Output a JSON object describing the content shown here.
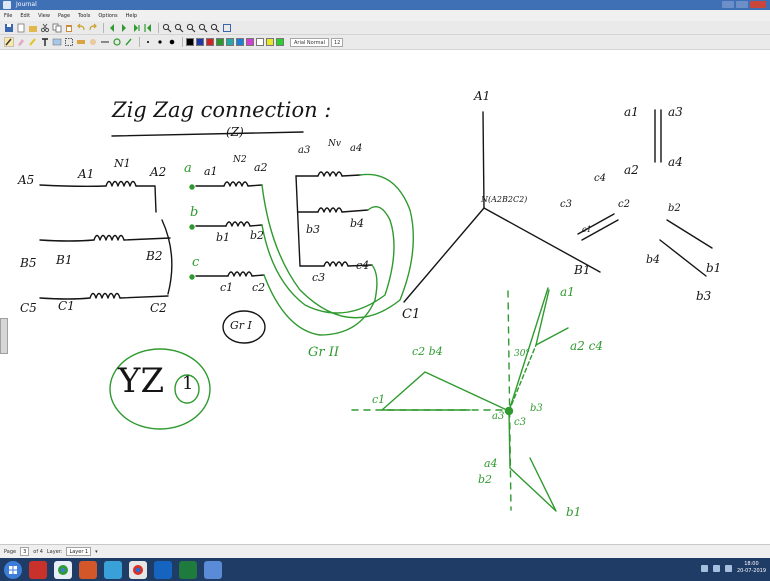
{
  "window": {
    "title": "Journal",
    "menu": [
      "File",
      "Edit",
      "View",
      "Page",
      "Tools",
      "Options",
      "Help"
    ]
  },
  "toolbar": {
    "font_name": "Arial Normal",
    "font_size": "12",
    "pen_colors": [
      "#000000",
      "#1f3aa8",
      "#d02424",
      "#2a9a2a",
      "#25a8a8",
      "#1c7ed6",
      "#d43cd4",
      "#ffffff",
      "#e8e82a",
      "#2ccf2c"
    ]
  },
  "drawing": {
    "title": "Zig Zag connection :",
    "title_sub": "(Z)",
    "ink_green": "#2f9a2f",
    "labels_black": {
      "a5": "A5",
      "a1": "A1",
      "n1": "N1",
      "a2": "A2",
      "b5": "B5",
      "b1": "B1",
      "b2": "B2",
      "c5": "C5",
      "c1": "C1",
      "c2": "C2",
      "a1_small": "a1",
      "n2": "N2",
      "a2_small": "a2",
      "b1_small": "b1",
      "b2_small": "b2",
      "c1_small": "c1",
      "c2_small": "c2",
      "a3": "a3",
      "nv": "Nv",
      "a4": "a4",
      "b3": "b3",
      "b4": "b4",
      "c3": "c3",
      "c4": "c4",
      "grI": "Gr I",
      "star_top": "A1",
      "star_neutral": "N(A2B2C2)",
      "star_right": "B1",
      "star_bottom": "C1",
      "r_a1": "a1",
      "r_a3": "a3",
      "r_a2": "a2",
      "r_a4": "a4",
      "r_c3": "c3",
      "r_c4": "c4",
      "r_c2": "c2",
      "r_c1": "c1",
      "r_b2": "b2",
      "r_b4": "b4",
      "r_b1": "b1",
      "r_b3": "b3"
    },
    "labels_green": {
      "a": "a",
      "b": "b",
      "c": "c",
      "grII": "Gr II",
      "phasor_a1": "a1",
      "phasor_a2c4": "a2 c4",
      "phasor_c2b4": "c2 b4",
      "phasor_c1": "c1",
      "phasor_a3": "a3",
      "phasor_b3": "b3",
      "phasor_c3": "c3",
      "phasor_a4": "a4",
      "phasor_b2": "b2",
      "phasor_b1": "b1",
      "phasor_angle": "30°"
    },
    "yz_label": "YZ",
    "yz_numeral": "1"
  },
  "statusbar": {
    "page_label": "Page",
    "page_value": "3",
    "page_of": "of 4",
    "layer_label": "Layer:",
    "layer_value": "Layer 1"
  },
  "taskbar": {
    "time": "18:00",
    "date": "20-07-2019"
  }
}
